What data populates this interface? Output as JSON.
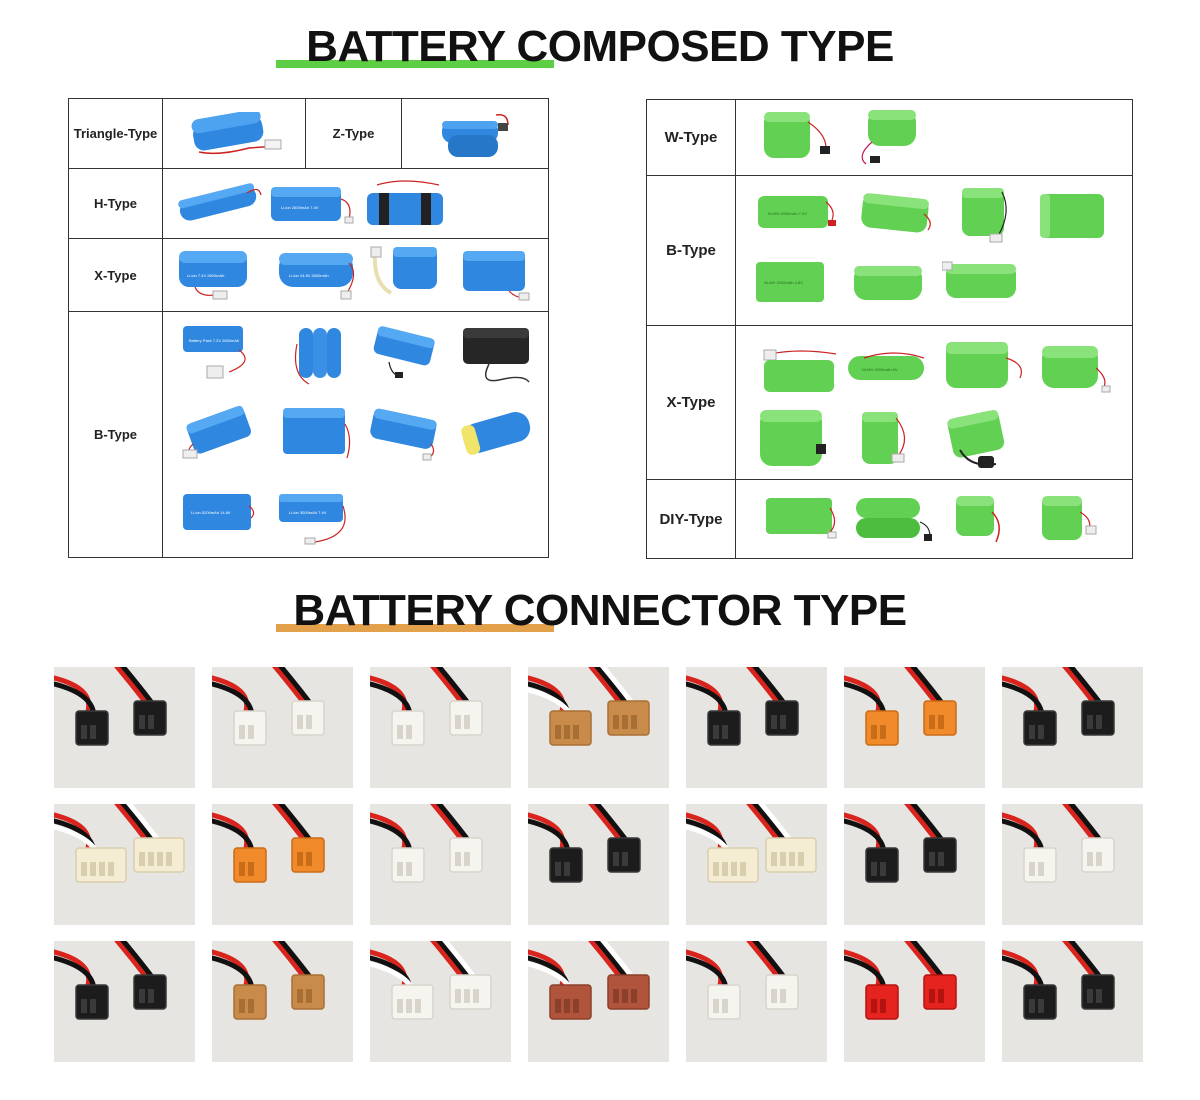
{
  "titles": {
    "composed": "BATTERY COMPOSED TYPE",
    "connector": "BATTERY CONNECTOR TYPE"
  },
  "colors": {
    "composed_underline": "#5ccf44",
    "connector_underline": "#e4a14c",
    "li_ion_pack": "#2f87e0",
    "nimh_pack": "#62d153",
    "connector_background": "#e7e5e2"
  },
  "left_table": {
    "rows": [
      {
        "label": "Triangle-Type",
        "second_label": "Z-Type"
      },
      {
        "label": "H-Type"
      },
      {
        "label": "X-Type"
      },
      {
        "label": "B-Type"
      }
    ]
  },
  "right_table": {
    "rows": [
      {
        "label": "W-Type"
      },
      {
        "label": "B-Type"
      },
      {
        "label": "X-Type"
      },
      {
        "label": "DIY-Type"
      }
    ]
  },
  "pack_labels": {
    "li_1": "Li-ion 2600mAh 7.4V",
    "li_2": "Li-ion 3000mAh 7.4V",
    "li_3": "Li-ion 7.4V 2600mAh",
    "li_4": "Li-ion 14.8V 2600mAh",
    "li_5": "Battery Pack 7.2V 2600mAh",
    "li_6": "Li-ion 5200mAh 14.8V",
    "ni_1": "Ni-MH 2000mAh 7.2V",
    "ni_2": "Ni-MH 2000mAh 4.8V",
    "ni_3": "Ni-MH 2000mAh 6V"
  },
  "connector_types": [
    "black-2pin",
    "white-2pin",
    "white-2pin-b",
    "tan-3pin",
    "black-2pin-b",
    "orange-2pin",
    "black-2pin-c",
    "cream-4pin",
    "orange-2pin-b",
    "white-2pin-c",
    "black-2pin-d",
    "cream-4pin-b",
    "black-2pin-e",
    "white-2pin-d",
    "black-2pin-f",
    "tan-2pin",
    "white-3pin",
    "brown-3pin",
    "white-2pin-e",
    "red-2pin",
    "black-2pin-g"
  ]
}
